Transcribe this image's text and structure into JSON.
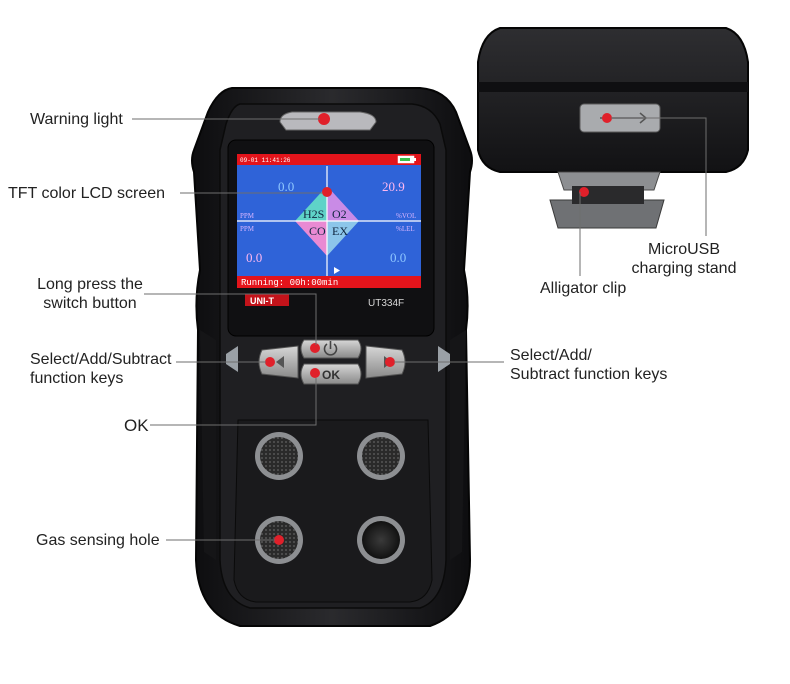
{
  "callouts": {
    "warning_light": "Warning light",
    "tft_screen": "TFT color LCD screen",
    "long_press": [
      "Long press the",
      "switch button"
    ],
    "select_left": [
      "Select/Add/Subtract",
      "function keys"
    ],
    "select_right": [
      "Select/Add/",
      "Subtract function keys"
    ],
    "ok": "OK",
    "gas_hole": "Gas sensing hole",
    "microusb": [
      "MicroUSB",
      "charging stand"
    ],
    "alligator": "Alligator clip"
  },
  "device": {
    "brand": "UNI-T",
    "model": "UT334F",
    "ok_key": "OK",
    "power_icon": "power-icon"
  },
  "lcd": {
    "status_left": "09-01  11:41:26",
    "battery_icon": "battery-icon",
    "h2s_value": "0.0",
    "o2_value": "20.9",
    "co_value": "0.0",
    "ex_value": "0.0",
    "h2s_label": "H2S",
    "o2_label": "O2",
    "co_label": "CO",
    "ex_label": "EX",
    "unit_ppm_1": "PPM",
    "unit_vol": "%VOL",
    "unit_ppm_2": "PPM",
    "unit_lel": "%LEL",
    "running": "Running: 00h:00min"
  },
  "colors": {
    "body": "#1b1b1d",
    "screen_blue": "#2f63d8",
    "status_red": "#e3141b",
    "dot_red": "#e0202a",
    "h2s_cell": "#5fd3c8",
    "o2_cell": "#c98be6",
    "co_cell": "#e98ad3",
    "ex_cell": "#8cc6ea"
  }
}
